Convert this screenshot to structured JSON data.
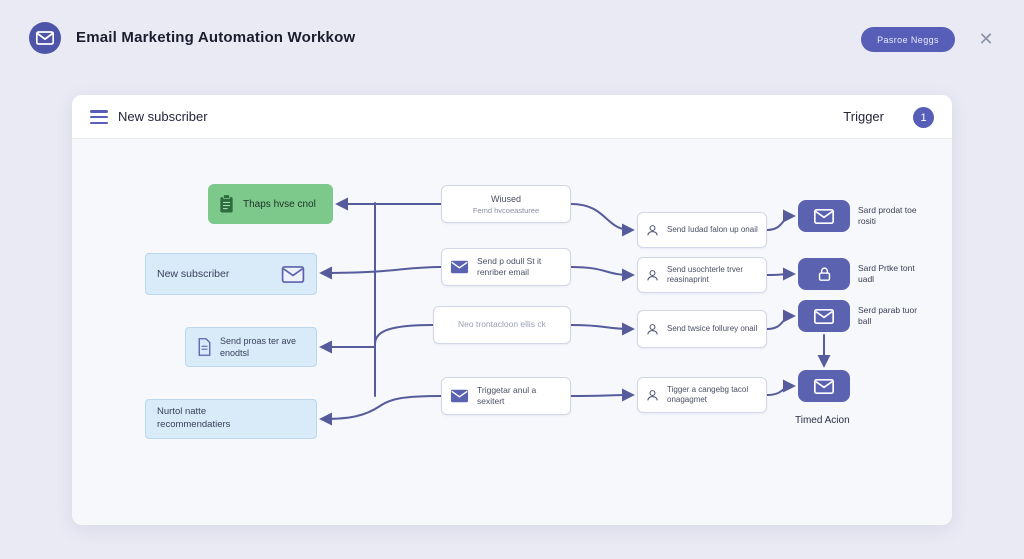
{
  "app": {
    "title": "Email Marketing Automation Workkow",
    "action_button": "Pasroe Neggs",
    "close_label": "✕"
  },
  "panel": {
    "toolbar_label": "New subscriber",
    "trigger_label": "Trigger",
    "trigger_badge": "1"
  },
  "flow": {
    "left_nodes": [
      {
        "label": "Thaps hvse cnol"
      },
      {
        "label": "New subscriber"
      },
      {
        "label": "Send proas ter ave enodtsl"
      },
      {
        "label": "Nurtol natte recommendatiers"
      }
    ],
    "middle_nodes": [
      {
        "title": "Wiused",
        "subtitle": "Femd hvcoeasturee"
      },
      {
        "label": "Send p odull St it renriber email"
      },
      {
        "label": "Neo trontacloon ellis ck"
      },
      {
        "label": "Triggetar anul a sexitert"
      }
    ],
    "action_nodes": [
      {
        "label": "Send Iudad falon up onail"
      },
      {
        "label": "Send usochterle trver reasinaprint"
      },
      {
        "label": "Send twsice follurey onail"
      },
      {
        "label": "Tigger a cangebg tacol onagagmet"
      }
    ],
    "output_labels": [
      "Sard prodat toe rositi",
      "Sard Prtke tont uadl",
      "Serd parab tuor ball"
    ],
    "timed_label": "Timed Acion"
  },
  "colors": {
    "accent": "#5b62b0",
    "green_node": "#7dc98c",
    "blue_node": "#d9eaf8",
    "canvas": "#f7f8fc",
    "background": "#e9eaf4"
  }
}
